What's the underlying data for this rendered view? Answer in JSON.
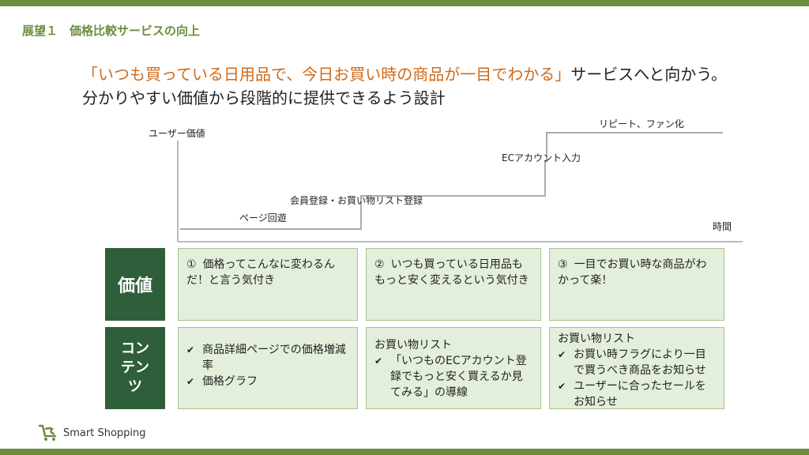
{
  "section_title": "展望１　価格比較サービスの向上",
  "headline": {
    "highlight": "「いつも買っている日用品で、今日お買い時の商品が一目でわかる」",
    "rest": "サービスへと向かう。",
    "sub": "分かりやすい価値から段階的に提供できるよう設計"
  },
  "diagram": {
    "y_axis_label": "ユーザー価値",
    "x_axis_label": "時間",
    "steps": [
      "ページ回遊",
      "会員登録・お買い物リスト登録",
      "ECアカウント入力",
      "リピート、ファン化"
    ]
  },
  "table": {
    "row_labels": {
      "value": "価値",
      "contents": "コンテンツ"
    },
    "value_cells": [
      {
        "num": "①",
        "text": "価格ってこんなに変わるんだ！と言う気付き"
      },
      {
        "num": "②",
        "text": "いつも買っている日用品ももっと安く変えるという気付き"
      },
      {
        "num": "③",
        "text": "一目でお買い時な商品がわかって楽！"
      }
    ],
    "content_cells": [
      {
        "heading": "",
        "items": [
          "商品詳細ページでの価格増減率",
          "価格グラフ"
        ]
      },
      {
        "heading": "お買い物リスト",
        "items": [
          "「いつものECアカウント登録でもっと安く買えるか見てみる」の導線"
        ]
      },
      {
        "heading": "お買い物リスト",
        "items": [
          "お買い時フラグにより一目で買うべき商品をお知らせ",
          "ユーザーに合ったセールをお知らせ"
        ]
      }
    ]
  },
  "logo": {
    "brand": "Smart Shopping",
    "icon": "smart-shopping-cart-logo"
  },
  "colors": {
    "accent": "#6b8e3e",
    "highlight": "#d06a1a",
    "dark_green": "#2f5f3a",
    "cell_bg": "#e3efdb"
  }
}
